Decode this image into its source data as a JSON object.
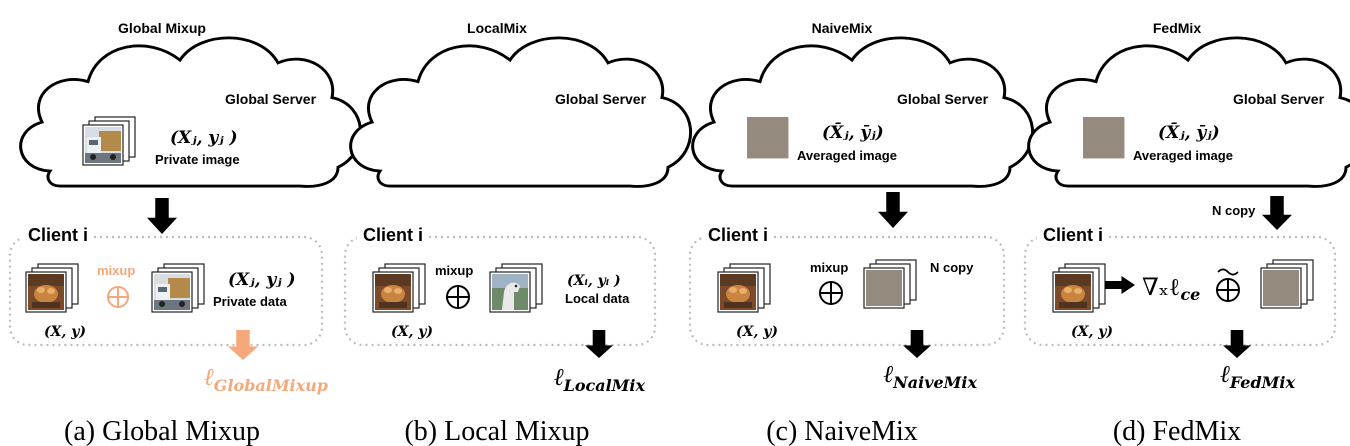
{
  "panels": [
    {
      "title": "Global Mixup",
      "server_label": "Global Server",
      "server_pair": "(Xⱼ, yⱼ )",
      "server_image_label": "Private image",
      "client_label": "Client i",
      "mix_label": "mixup",
      "client_pair": "(X, y)",
      "right_pair": "(Xⱼ, yⱼ )",
      "right_label": "Private data",
      "loss_symbol": "ℓ",
      "loss_sub": "GlobalMixup",
      "caption": "(a) Global Mixup"
    },
    {
      "title": "LocalMix",
      "server_label": "Global Server",
      "client_label": "Client i",
      "mix_label": "mixup",
      "client_pair": "(X, y)",
      "right_pair": "(Xᵢ, yᵢ )",
      "right_label": "Local data",
      "loss_symbol": "ℓ",
      "loss_sub": "LocalMix",
      "caption": "(b) Local Mixup"
    },
    {
      "title": "NaiveMix",
      "server_label": "Global Server",
      "server_pair": "(X̄ⱼ, ȳⱼ)",
      "server_image_label": "Averaged image",
      "client_label": "Client i",
      "mix_label": "mixup",
      "client_pair": "(X, y)",
      "copy_label": "N copy",
      "loss_symbol": "ℓ",
      "loss_sub": "NaiveMix",
      "caption": "(c) NaiveMix"
    },
    {
      "title": "FedMix",
      "server_label": "Global Server",
      "server_pair": "(X̄ⱼ, ȳⱼ)",
      "server_image_label": "Averaged image",
      "copy_label": "N copy",
      "client_label": "Client i",
      "client_pair": "(X, y)",
      "grad_text": "∇ₓℓ",
      "grad_sub": "ce",
      "loss_symbol": "ℓ",
      "loss_sub": "FedMix",
      "caption": "(d) FedMix"
    }
  ],
  "colors": {
    "highlight": "#f5a87a",
    "dotted": "#bdbdbd",
    "averaged": "#8f8478",
    "arrow": "#000000"
  },
  "icons": [
    "cloud-icon",
    "truck-image-icon",
    "frog-image-icon",
    "horse-image-icon",
    "averaged-image-icon",
    "oplus-icon",
    "down-arrow-icon",
    "right-arrow-icon"
  ]
}
